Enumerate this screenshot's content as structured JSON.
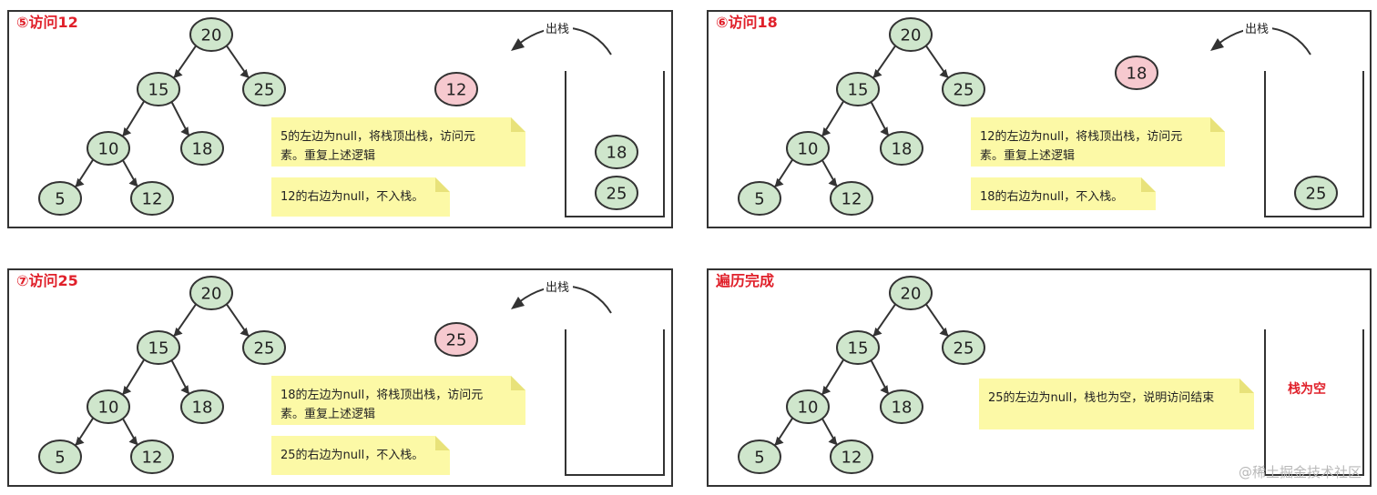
{
  "panels": [
    {
      "title": "⑤访问12",
      "tree": {
        "root": "20",
        "l": "15",
        "r": "25",
        "ll": "10",
        "lr": "18",
        "lll": "5",
        "llr": "12"
      },
      "visited": "12",
      "pop_label": "出栈",
      "notes": [
        {
          "lines": [
            "5的左边为null，将栈顶出栈，访问元",
            "素。重复上述逻辑"
          ]
        },
        {
          "lines": [
            "12的右边为null，不入栈。"
          ]
        }
      ],
      "stack": [
        "25",
        "18"
      ],
      "empty_label": ""
    },
    {
      "title": "⑥访问18",
      "tree": {
        "root": "20",
        "l": "15",
        "r": "25",
        "ll": "10",
        "lr": "18",
        "lll": "5",
        "llr": "12"
      },
      "visited": "18",
      "pop_label": "出栈",
      "notes": [
        {
          "lines": [
            "12的左边为null，将栈顶出栈，访问元",
            "素。重复上述逻辑"
          ]
        },
        {
          "lines": [
            "18的右边为null，不入栈。"
          ]
        }
      ],
      "stack": [
        "25"
      ],
      "empty_label": ""
    },
    {
      "title": "⑦访问25",
      "tree": {
        "root": "20",
        "l": "15",
        "r": "25",
        "ll": "10",
        "lr": "18",
        "lll": "5",
        "llr": "12"
      },
      "visited": "25",
      "pop_label": "出栈",
      "notes": [
        {
          "lines": [
            "18的左边为null，将栈顶出栈，访问元",
            "素。重复上述逻辑"
          ]
        },
        {
          "lines": [
            "25的右边为null，不入栈。"
          ]
        }
      ],
      "stack": [],
      "empty_label": ""
    },
    {
      "title": "遍历完成",
      "tree": {
        "root": "20",
        "l": "15",
        "r": "25",
        "ll": "10",
        "lr": "18",
        "lll": "5",
        "llr": "12"
      },
      "visited": "",
      "pop_label": "",
      "notes": [
        {
          "lines": [
            "25的左边为null，栈也为空，说明访问结束"
          ]
        }
      ],
      "stack": [],
      "empty_label": "栈为空"
    }
  ],
  "watermark": "@稀土掘金技术社区"
}
